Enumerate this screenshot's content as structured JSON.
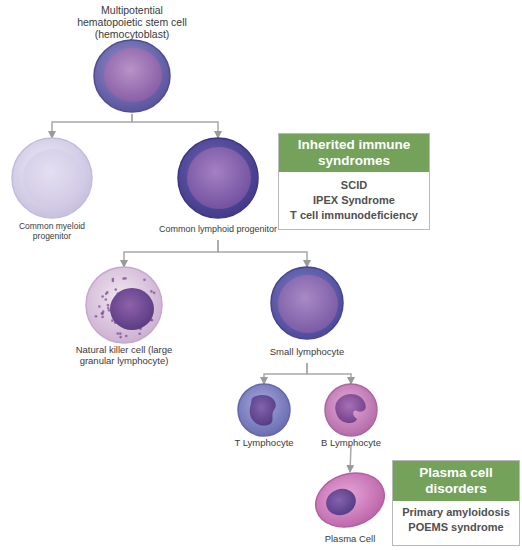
{
  "diagram": {
    "nodes": [
      {
        "text": [
          "Multipotential hematopoietic stem cell (hemocytoblast)"
        ]
      },
      {
        "text": [
          "Common myeloid progenitor"
        ]
      },
      {
        "text": [
          "Common lymphoid progenitor"
        ]
      },
      {
        "text": [
          "Inherited immune syndromes",
          "SCID",
          "IPEX Syndrome",
          "T cell immunodeficiency"
        ]
      },
      {
        "text": [
          "Natural killer cell (large granular lymphocyte)"
        ]
      },
      {
        "text": [
          "Small lymphocyte"
        ]
      },
      {
        "text": [
          "T Lymphocyte"
        ]
      },
      {
        "text": [
          "B Lymphocyte"
        ]
      },
      {
        "text": [
          "Plasma Cell"
        ]
      },
      {
        "text": [
          "Plasma cell disorders",
          "Primary amyloidosis",
          "POEMS syndrome"
        ]
      }
    ],
    "edges": [
      {
        "from": 0,
        "to": 1,
        "arrow": "to"
      },
      {
        "from": 0,
        "to": 2,
        "arrow": "to"
      },
      {
        "from": 2,
        "to": 4,
        "arrow": "to"
      },
      {
        "from": 2,
        "to": 5,
        "arrow": "to"
      },
      {
        "from": 5,
        "to": 6,
        "arrow": "to"
      },
      {
        "from": 5,
        "to": 7,
        "arrow": "to"
      },
      {
        "from": 7,
        "to": 8,
        "arrow": "to"
      }
    ]
  }
}
